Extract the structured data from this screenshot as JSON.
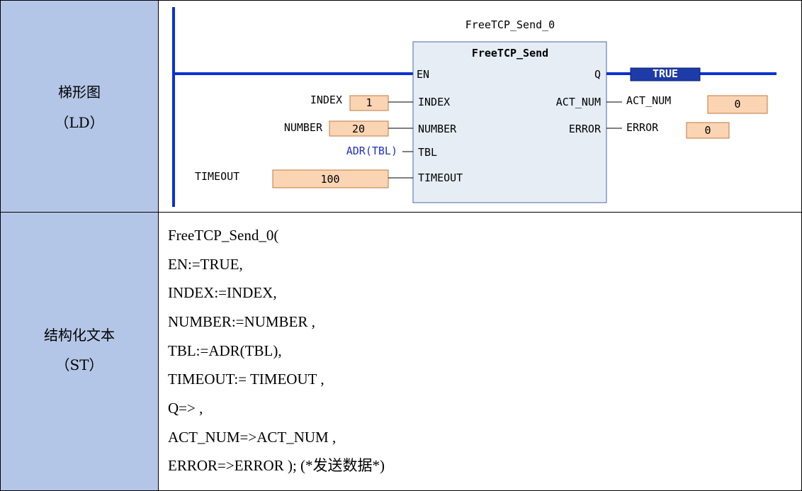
{
  "rows": [
    {
      "label_line1": "梯形图",
      "label_line2": "（LD）"
    },
    {
      "label_line1": "结构化文本",
      "label_line2": "（ST）"
    }
  ],
  "ld": {
    "instance_name": "FreeTCP_Send_0",
    "block_type": "FreeTCP_Send",
    "inputs": [
      "EN",
      "INDEX",
      "NUMBER",
      "TBL",
      "TIMEOUT"
    ],
    "outputs": [
      "Q",
      "ACT_NUM",
      "ERROR"
    ],
    "input_vars": [
      {
        "name": "INDEX",
        "value": "1"
      },
      {
        "name": "NUMBER",
        "value": "20"
      },
      {
        "name": "ADR(TBL)",
        "value": ""
      },
      {
        "name": "TIMEOUT",
        "value": "100"
      }
    ],
    "output_vars": [
      {
        "name": "",
        "value": "TRUE"
      },
      {
        "name": "ACT_NUM",
        "value": "0"
      },
      {
        "name": "ERROR",
        "value": "0"
      }
    ]
  },
  "st_lines": [
    "FreeTCP_Send_0(",
    "EN:=TRUE,",
    "INDEX:=INDEX,",
    "NUMBER:=NUMBER ,",
    "TBL:=ADR(TBL),",
    "TIMEOUT:= TIMEOUT ,",
    "Q=> ,",
    "ACT_NUM=>ACT_NUM ,",
    "ERROR=>ERROR ); (*发送数据*)"
  ],
  "colors": {
    "label_bg": "#b4c6e7",
    "rail": "#0a32d2",
    "block_bg": "#e6edf5",
    "value_bg": "#fbd4b4",
    "true_bg": "#1e3ca8"
  }
}
